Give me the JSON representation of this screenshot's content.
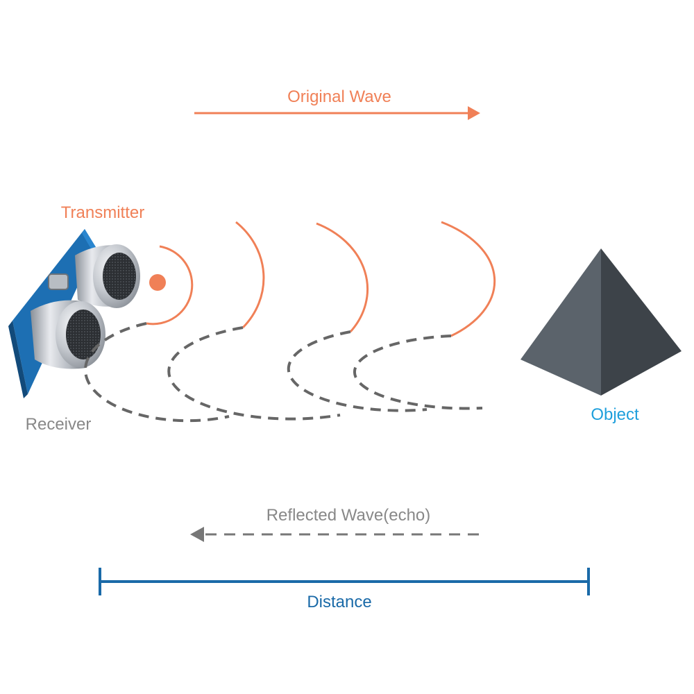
{
  "colors": {
    "transmit": "#f08057",
    "echo": "#666666",
    "object_label": "#1e9fdc",
    "distance": "#1a6aa8",
    "board": "#1d6fb3",
    "pyramid_light": "#5b636b",
    "pyramid_dark": "#3d4349"
  },
  "labels": {
    "original_wave": "Original Wave",
    "transmitter": "Transmitter",
    "receiver": "Receiver",
    "object": "Object",
    "reflected_wave": "Reflected Wave(echo)",
    "distance": "Distance"
  },
  "icons": {
    "sensor": "ultrasonic-sensor-icon",
    "object": "pyramid-icon"
  }
}
